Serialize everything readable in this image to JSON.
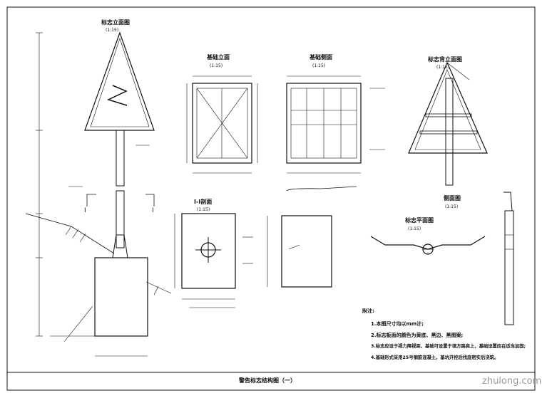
{
  "sheet_title": "警告标志结构图（一）",
  "views": {
    "elevation": {
      "title": "标志立面图",
      "scale": "(1:15)"
    },
    "foundation_elevation": {
      "title": "基础立面",
      "scale": "(1:15)"
    },
    "foundation_side": {
      "title": "基础侧面",
      "scale": "(1:15)"
    },
    "back_elevation": {
      "title": "标志背立面图",
      "scale": "(1:15)"
    },
    "section_1_1": {
      "title": "I-I剖面",
      "scale": "(1:15)"
    },
    "side_view": {
      "title": "侧面图",
      "scale": "(1:15)"
    },
    "plan_view": {
      "title": "标志平面图",
      "scale": "(1:15)"
    }
  },
  "section_marks": [
    "I",
    "I"
  ],
  "notes": {
    "heading": "附注:",
    "items": [
      "1.本图尺寸均以mm计;",
      "2.标志板面的颜色为黄底、黑边、黑图案;",
      "3.标志应设于视力障视距，基础可设置于填方路肩上，基础设置应在适当加固;",
      "4.基础形式采用25号钢筋混凝土，基坑开挖后找底密实后浇筑。"
    ]
  },
  "watermark": "zhulong.com"
}
